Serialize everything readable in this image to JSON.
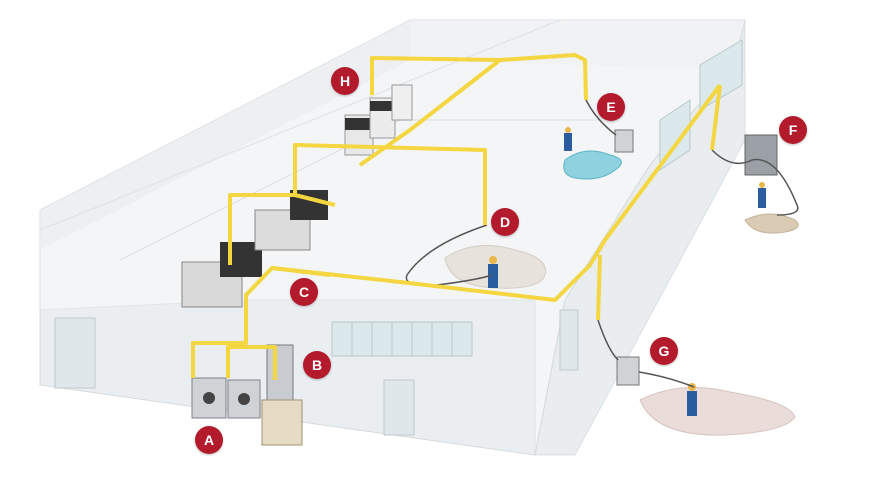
{
  "markers": [
    {
      "id": "A",
      "label": "A"
    },
    {
      "id": "B",
      "label": "B"
    },
    {
      "id": "C",
      "label": "C"
    },
    {
      "id": "D",
      "label": "D"
    },
    {
      "id": "E",
      "label": "E"
    },
    {
      "id": "F",
      "label": "F"
    },
    {
      "id": "G",
      "label": "G"
    },
    {
      "id": "H",
      "label": "H"
    }
  ],
  "colors": {
    "pipe": "#f3d640",
    "marker": "#b31b2d",
    "floor": "#f1f3f4",
    "wall": "#e6eaec",
    "spill_blue": "#8fd2df",
    "debris": "#e8d8d4",
    "worker_blue": "#2a5d9f"
  }
}
